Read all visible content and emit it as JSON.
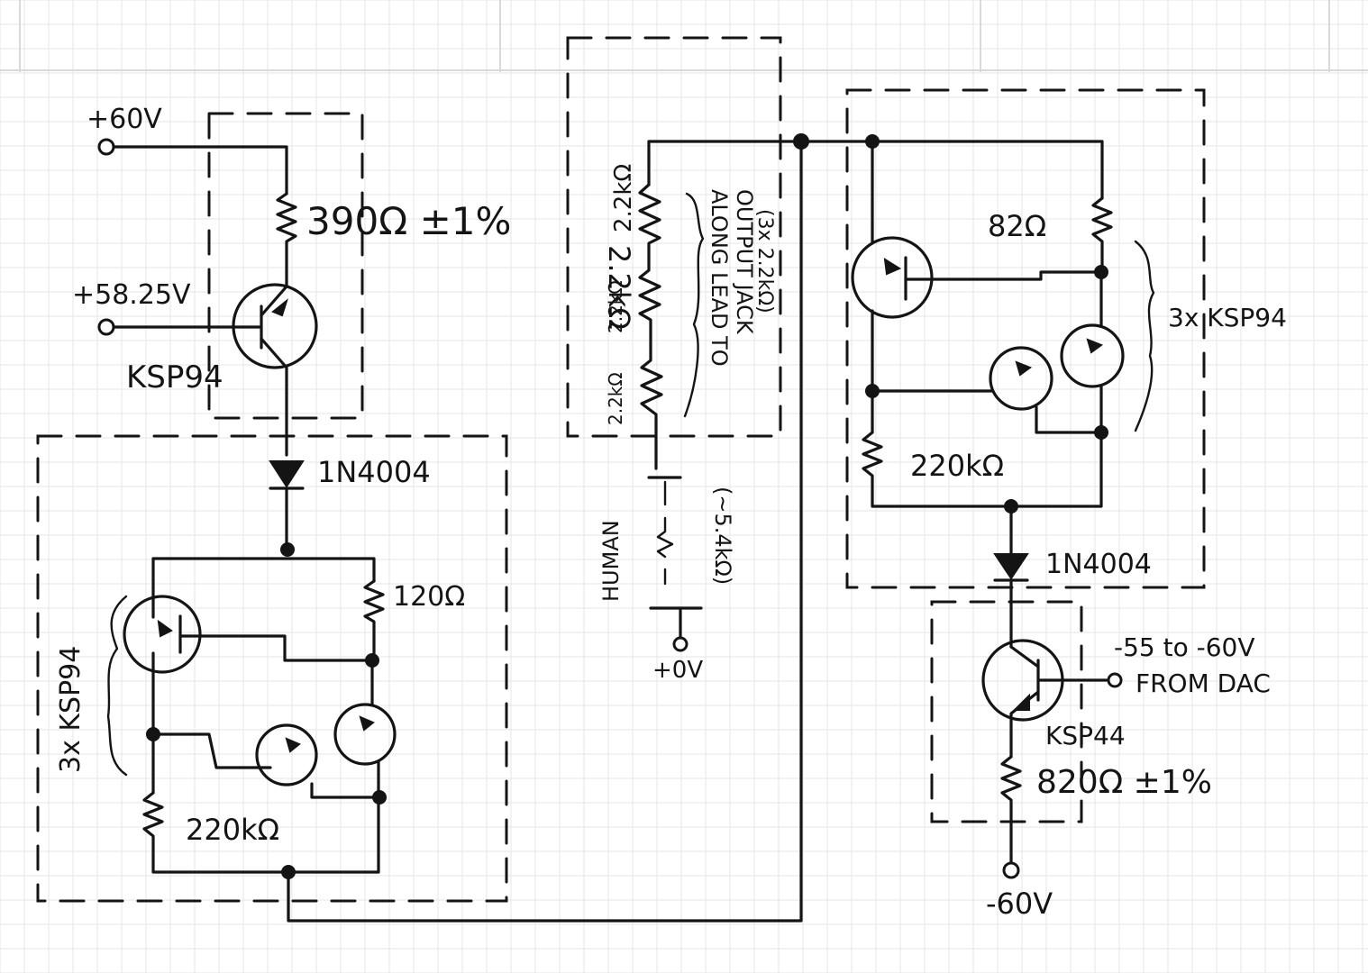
{
  "labels": {
    "plus60v": "+60V",
    "plus5825v": "+58.25V",
    "r390": "390Ω ±1%",
    "q_top_left": "KSP94",
    "d_left": "1N4004",
    "r120": "120Ω",
    "mirror_left": "3x KSP94",
    "r220k_left": "220kΩ",
    "r_lead_a": "2.2kΩ",
    "r_lead_b": "2.2kΩ",
    "r_lead_c": "2.2kΩ",
    "r_lead_d": "2.2kΩ",
    "lead_note_1": "ALONG LEAD TO",
    "lead_note_2": "OUTPUT JACK",
    "lead_note_3": "(3x 2.2kΩ)",
    "human": "HUMAN",
    "human_res": "(~5.4kΩ)",
    "zero_v": "+0V",
    "r82": "82Ω",
    "mirror_right": "3x KSP94",
    "r220k_right": "220kΩ",
    "d_right": "1N4004",
    "dac_1": "-55 to -60V",
    "dac_2": "FROM DAC",
    "q_bottom_right": "KSP44",
    "r820": "820Ω ±1%",
    "minus60v": "-60V"
  }
}
